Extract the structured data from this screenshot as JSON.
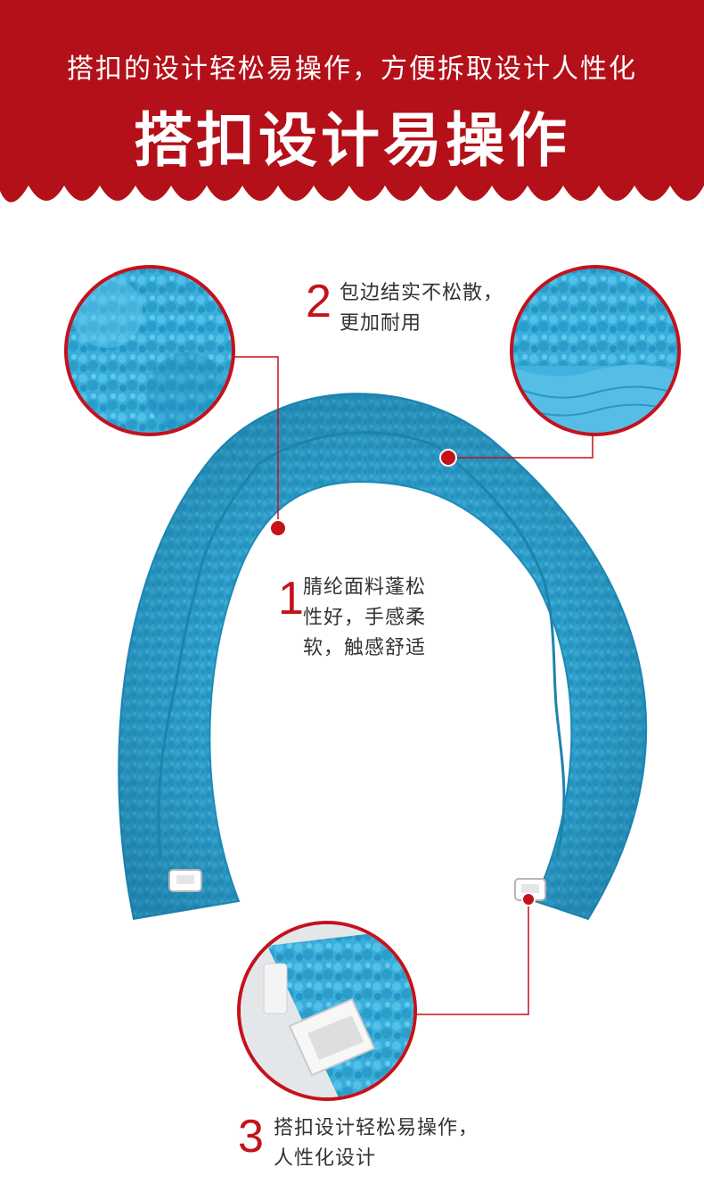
{
  "header": {
    "subtitle": "搭扣的设计轻松易操作，方便拆取设计人性化",
    "title": "搭扣设计易操作",
    "background_color": "#b3101a"
  },
  "callouts": [
    {
      "number": "1",
      "lines": [
        "腈纶面料蓬松",
        "性好，手感柔",
        "软，触感舒适"
      ]
    },
    {
      "number": "2",
      "lines": [
        "包边结实不松散，",
        "更加耐用"
      ]
    },
    {
      "number": "3",
      "lines": [
        "搭扣设计轻松易操作，",
        "人性化设计"
      ]
    }
  ],
  "colors": {
    "accent": "#c4121c",
    "fabric": "#2fa6d3",
    "text": "#333333"
  }
}
